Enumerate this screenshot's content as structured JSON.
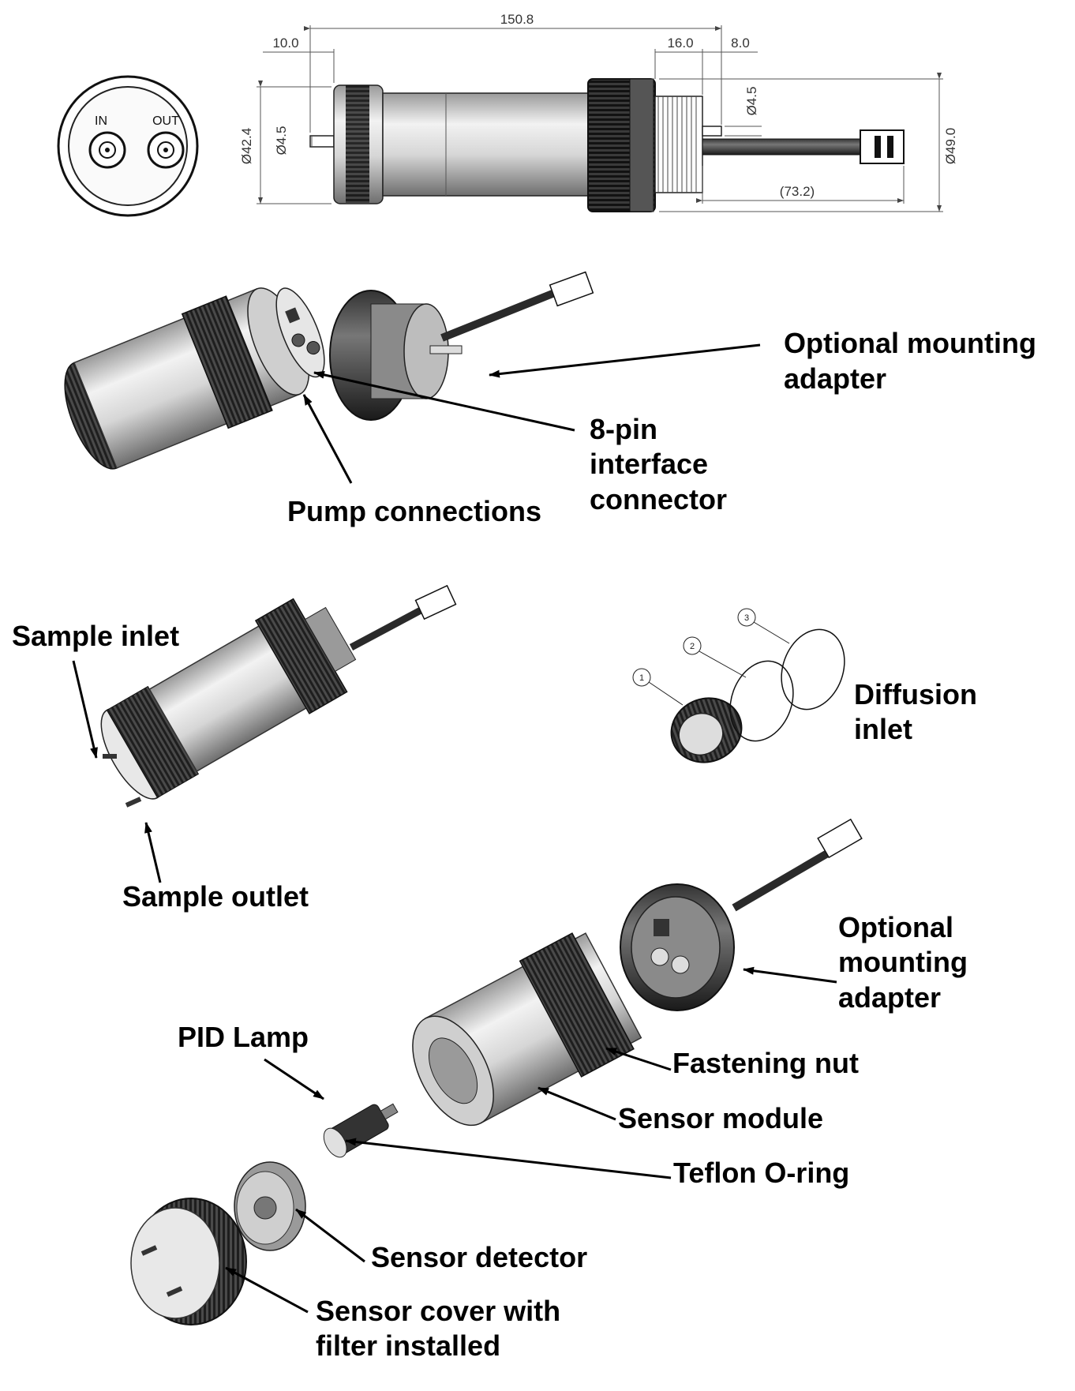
{
  "dimensions": {
    "overall_length": "150.8",
    "inlet_length": "10.0",
    "thread_length": "16.0",
    "outlet_length": "8.0",
    "cable_length": "(73.2)",
    "body_diameter": "Ø42.4",
    "inlet_diameter": "Ø4.5",
    "outlet_diameter": "Ø4.5",
    "nut_diameter": "Ø49.0"
  },
  "end_view": {
    "in_label": "IN",
    "out_label": "OUT"
  },
  "callouts": {
    "optional_mounting_adapter_1": [
      "Optional mounting",
      "adapter"
    ],
    "eight_pin_connector": [
      "8-pin",
      "interface",
      "connector"
    ],
    "pump_connections": "Pump connections",
    "sample_inlet": "Sample inlet",
    "sample_outlet": "Sample outlet",
    "diffusion_inlet": [
      "Diffusion",
      "inlet"
    ],
    "optional_mounting_adapter_2": [
      "Optional",
      "mounting",
      "adapter"
    ],
    "fastening_nut": "Fastening nut",
    "pid_lamp": "PID Lamp",
    "sensor_module": "Sensor module",
    "teflon_oring": "Teflon O-ring",
    "sensor_detector": "Sensor detector",
    "sensor_cover": [
      "Sensor cover with",
      "filter installed"
    ]
  },
  "diffusion_parts": {
    "part_1": "1",
    "part_2": "2",
    "part_3": "3"
  }
}
